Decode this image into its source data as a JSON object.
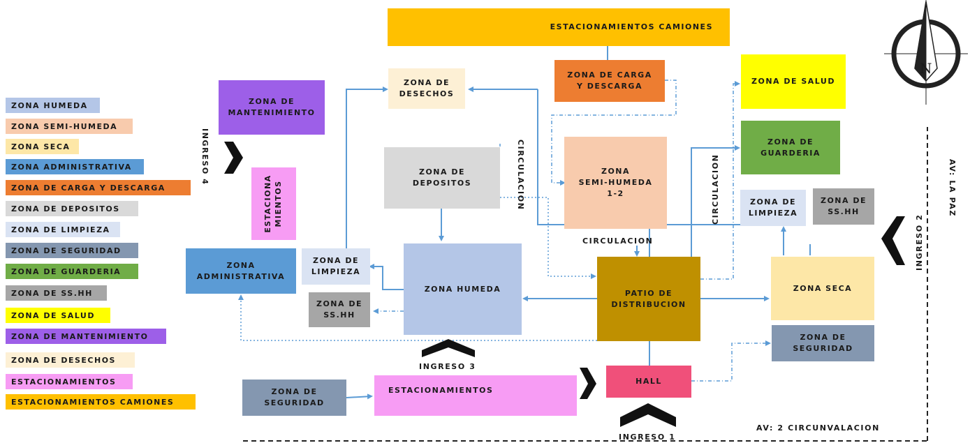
{
  "colors": {
    "zona_humeda": "#b4c6e7",
    "zona_semi_humeda": "#f8cbad",
    "zona_seca": "#fde7a7",
    "zona_administrativa": "#5b9bd5",
    "zona_carga": "#ed7d31",
    "zona_depositos": "#d9d9d9",
    "zona_limpieza": "#dae3f3",
    "zona_seguridad": "#8497b0",
    "zona_guarderia": "#70ad47",
    "zona_sshh": "#a6a6a6",
    "zona_salud": "#ffff00",
    "zona_mantenimiento": "#9d5fe8",
    "zona_desechos": "#fdf0d5",
    "estacionamientos": "#f79cf4",
    "estacionamientos_camiones": "#ffc000",
    "patio": "#bf9000",
    "hall": "#f0507a",
    "line_blue": "#5b9bd5"
  },
  "legend": [
    {
      "label": "ZONA HUMEDA",
      "color": "#b4c6e7"
    },
    {
      "label": "ZONA SEMI-HUMEDA",
      "color": "#f8cbad"
    },
    {
      "label": "ZONA SECA",
      "color": "#fde7a7"
    },
    {
      "label": "ZONA ADMINISTRATIVA",
      "color": "#5b9bd5"
    },
    {
      "label": "ZONA DE  CARGA Y DESCARGA",
      "color": "#ed7d31"
    },
    {
      "label": "ZONA DE DEPOSITOS",
      "color": "#d9d9d9"
    },
    {
      "label": "ZONA DE LIMPIEZA",
      "color": "#dae3f3"
    },
    {
      "label": "ZONA DE SEGURIDAD",
      "color": "#8497b0"
    },
    {
      "label": "ZONA DE GUARDERIA",
      "color": "#70ad47"
    },
    {
      "label": "ZONA DE SS.HH",
      "color": "#a6a6a6"
    },
    {
      "label": "ZONA DE SALUD",
      "color": "#ffff00"
    },
    {
      "label": "ZONA DE MANTENIMIENTO",
      "color": "#9d5fe8"
    },
    {
      "label": "ZONA DE DESECHOS",
      "color": "#fdf0d5"
    },
    {
      "label": "ESTACIONAMIENTOS",
      "color": "#f79cf4"
    },
    {
      "label": "ESTACIONAMIENTOS CAMIONES",
      "color": "#ffc000"
    }
  ],
  "zones": {
    "estacionamientos_camiones": "ESTACIONAMIENTOS CAMIONES",
    "zona_carga": "ZONA DE  CARGA\nY DESCARGA",
    "zona_desechos": "ZONA DE\nDESECHOS",
    "zona_mantenimiento": "ZONA DE\nMANTENIMIENTO",
    "zona_salud": "ZONA DE SALUD",
    "zona_guarderia": "ZONA DE\nGUARDERIA",
    "zona_depositos": "ZONA DE\nDEPOSITOS",
    "zona_semi_humeda": "ZONA\nSEMI-HUMEDA\n1-2",
    "estacionamientos_vertical": "ESTACIONA\nMIENTOS",
    "zona_limpieza_right": "ZONA DE\nLIMPIEZA",
    "zona_sshh_right": "ZONA DE\nSS.HH",
    "zona_administrativa": "ZONA\nADMINISTRATIVA",
    "zona_limpieza_left": "ZONA DE\nLIMPIEZA",
    "zona_humeda": "ZONA HUMEDA",
    "patio": "PATIO DE\nDISTRIBUCION",
    "zona_seca": "ZONA SECA",
    "zona_sshh_left": "ZONA DE\nSS.HH",
    "zona_seguridad_right": "ZONA DE\nSEGURIDAD",
    "zona_seguridad_bottom": "ZONA DE\nSEGURIDAD",
    "estacionamientos": "ESTACIONAMIENTOS",
    "hall": "HALL"
  },
  "labels": {
    "circulacion_1": "CIRCULACION",
    "circulacion_2": "CIRCULACION",
    "circulacion_3": "CIRCULACION",
    "ingreso_1": "INGRESO 1",
    "ingreso_2": "INGRESO 2",
    "ingreso_3": "INGRESO 3",
    "ingreso_4": "INGRESO 4",
    "av_la_paz": "AV: LA PAZ",
    "av_circunvalacion": "AV: 2 CIRCUNVALACION",
    "north": "N"
  }
}
